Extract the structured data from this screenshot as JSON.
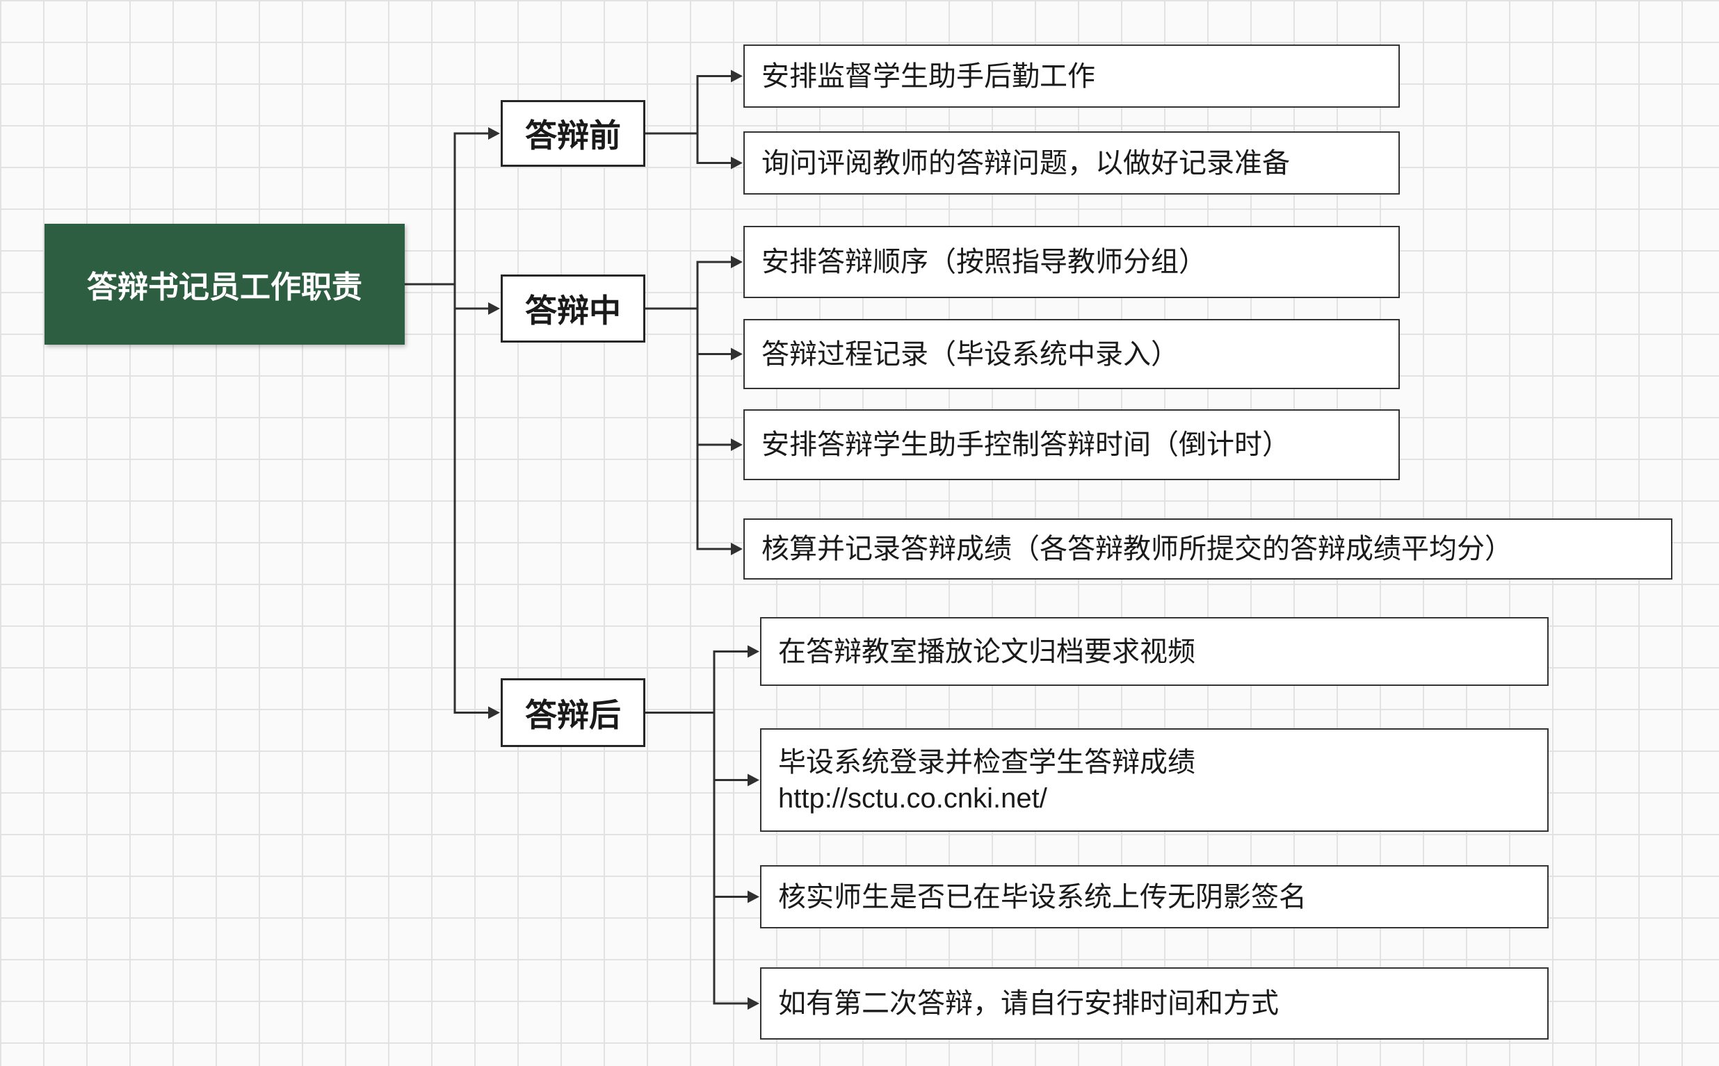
{
  "diagram": {
    "root": {
      "label": "答辩书记员工作职责"
    },
    "branches": [
      {
        "label": "答辩前",
        "children": [
          {
            "text": "安排监督学生助手后勤工作"
          },
          {
            "text": "询问评阅教师的答辩问题，以做好记录准备"
          }
        ]
      },
      {
        "label": "答辩中",
        "children": [
          {
            "text": "安排答辩顺序（按照指导教师分组）"
          },
          {
            "text": "答辩过程记录（毕设系统中录入）"
          },
          {
            "text": "安排答辩学生助手控制答辩时间（倒计时）"
          },
          {
            "text": "核算并记录答辩成绩（各答辩教师所提交的答辩成绩平均分）"
          }
        ]
      },
      {
        "label": "答辩后",
        "children": [
          {
            "text": "在答辩教室播放论文归档要求视频"
          },
          {
            "text": "毕设系统登录并检查学生答辩成绩\nhttp://sctu.co.cnki.net/"
          },
          {
            "text": "核实师生是否已在毕设系统上传无阴影签名"
          },
          {
            "text": "如有第二次答辩，请自行安排时间和方式"
          }
        ]
      }
    ]
  },
  "colors": {
    "root_bg": "#2e5e41",
    "root_text": "#ffffff",
    "node_bg": "#ffffff",
    "node_border": "#333333",
    "connector": "#303030",
    "canvas_bg": "#fafafa",
    "grid_line": "#e2e2e2"
  }
}
